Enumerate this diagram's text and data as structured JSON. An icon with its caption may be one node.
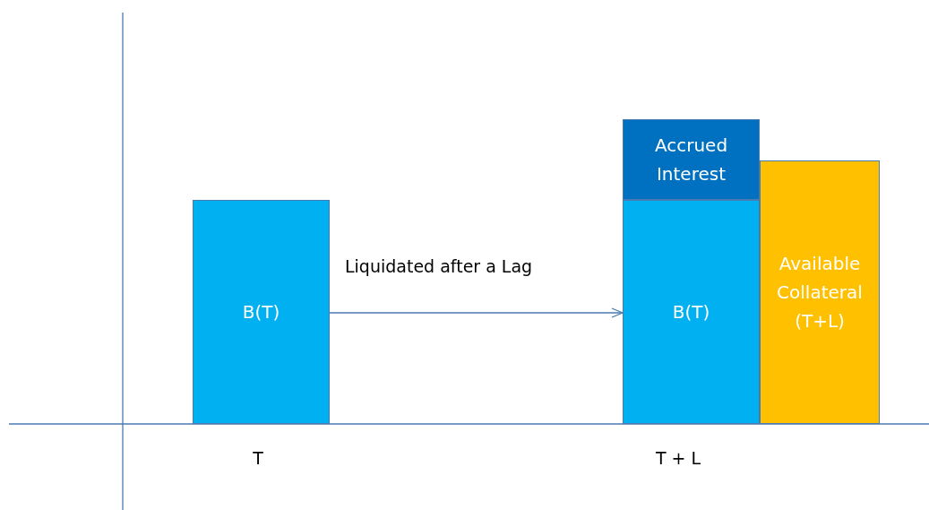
{
  "diagram": {
    "nodes": [
      {
        "text": [
          "B(T)"
        ]
      },
      {
        "text": [
          "Accrued Interest"
        ]
      },
      {
        "text": [
          "B(T)"
        ]
      },
      {
        "text": [
          "Available Collateral (T+L)"
        ]
      }
    ],
    "edges": [
      {
        "from": 0,
        "to": 2,
        "arrow": "to",
        "label": "Liquidated after a Lag"
      }
    ],
    "labels": [
      "T",
      "T + L"
    ]
  }
}
